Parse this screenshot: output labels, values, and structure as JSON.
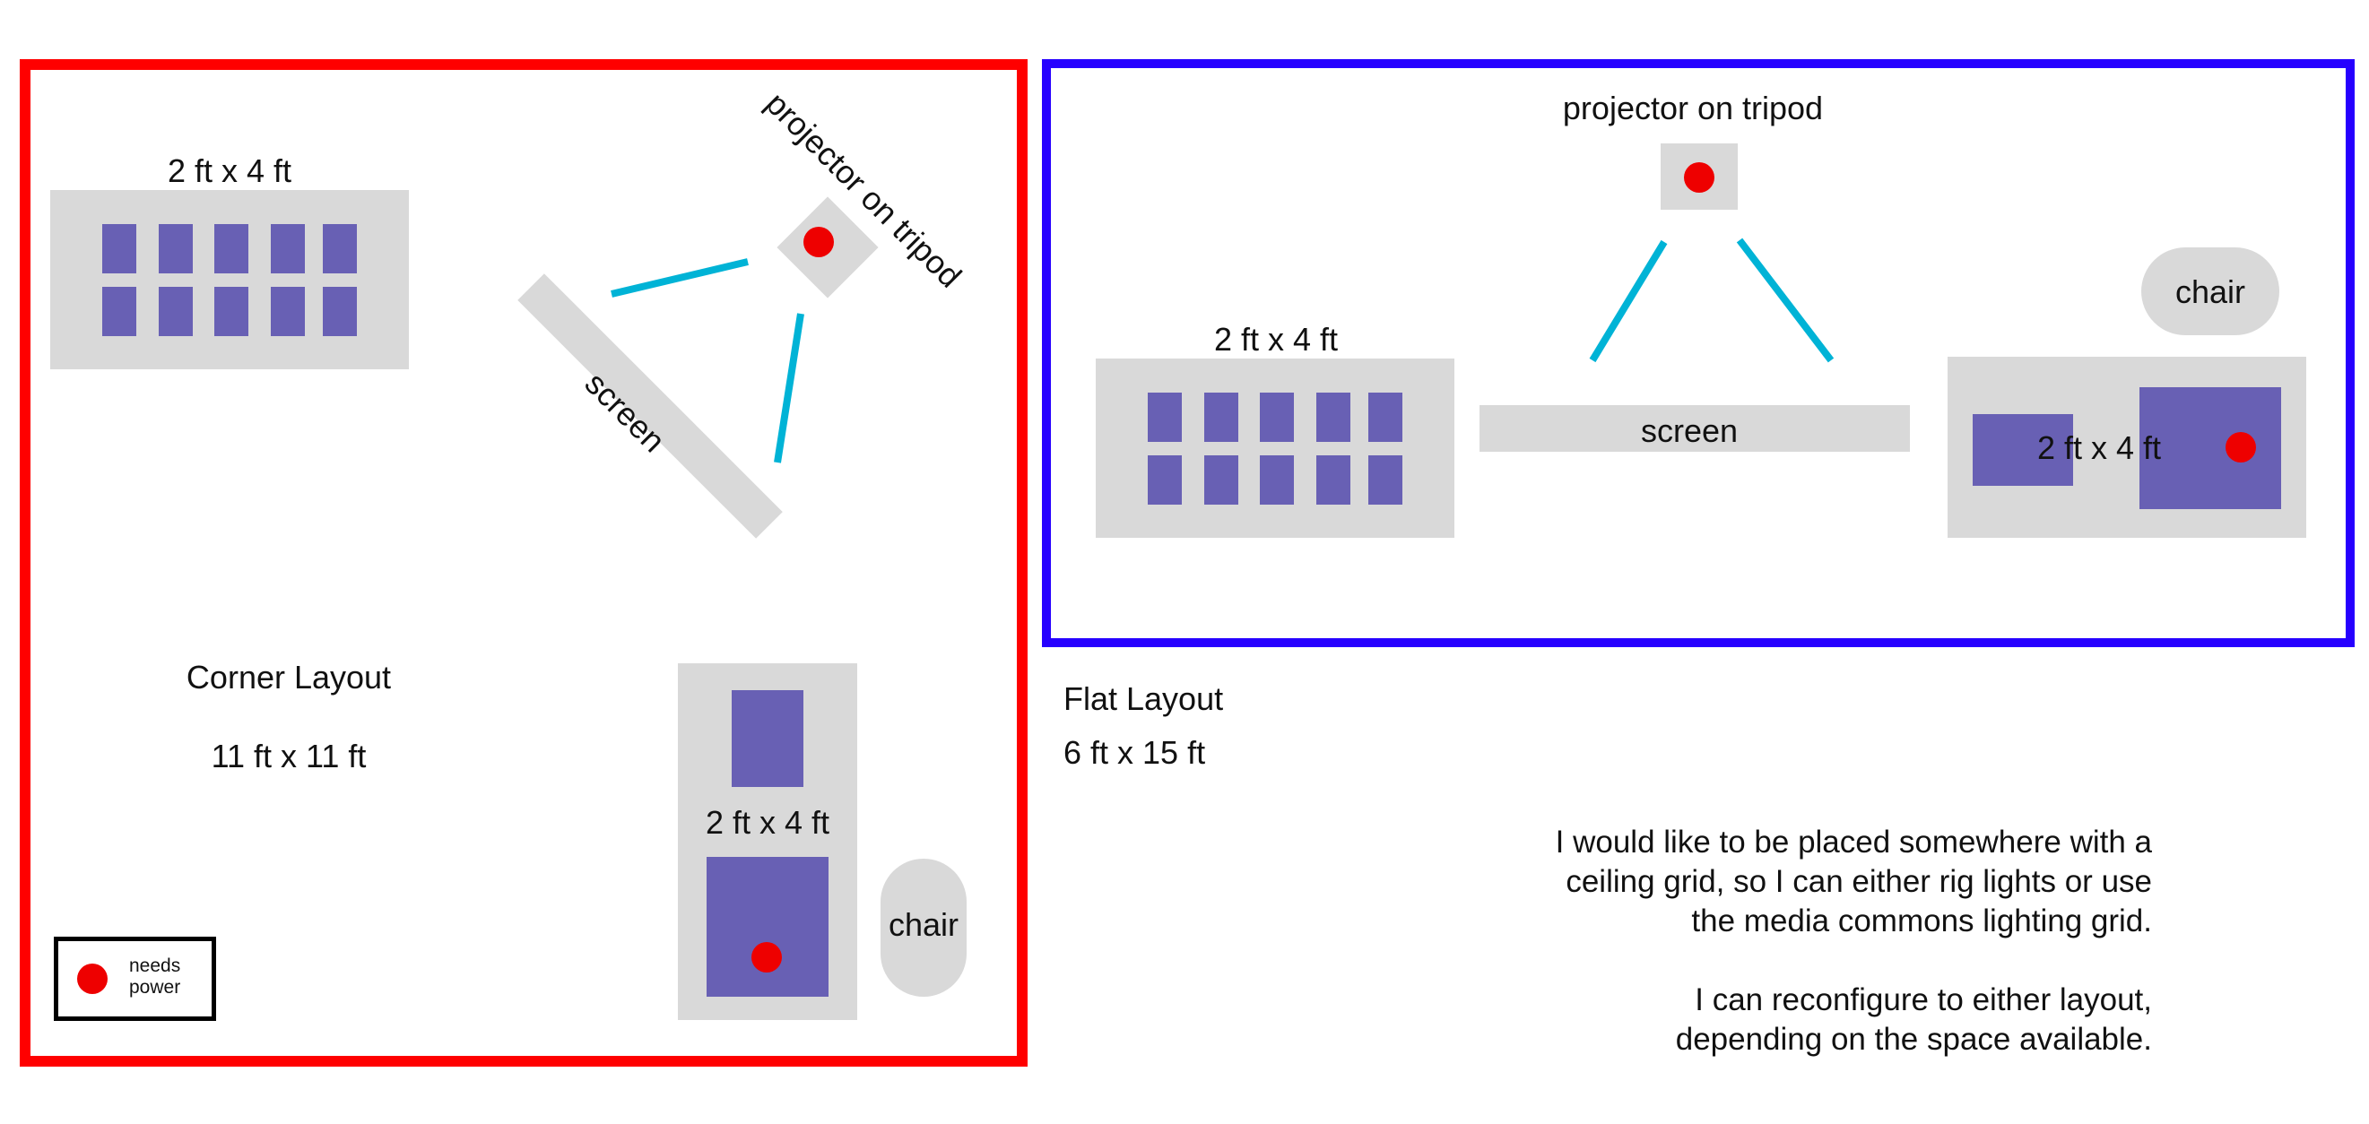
{
  "corner": {
    "title": "Corner Layout",
    "size": "11 ft x 11 ft",
    "desk_label": "2 ft x 4 ft",
    "screen_label": "screen",
    "projector_label": "projector on tripod",
    "table_label": "2 ft x 4 ft",
    "chair_label": "chair",
    "border_color": "#ff0000"
  },
  "flat": {
    "title": "Flat Layout",
    "size": "6 ft x 15 ft",
    "desk_label": "2 ft x 4 ft",
    "screen_label": "screen",
    "projector_label": "projector on tripod",
    "table_label": "2 ft x 4 ft",
    "chair_label": "chair",
    "border_color": "#2600ff"
  },
  "legend": {
    "label": "needs\npower",
    "power_color": "#ee0000"
  },
  "notes": {
    "paragraph_1": "I would like to be placed somewhere with a\nceiling grid, so I can either rig lights or use\nthe media commons lighting grid.",
    "paragraph_2": "I can reconfigure to either layout,\ndepending on the space available."
  },
  "colors": {
    "furniture": "#d9d9d9",
    "equipment": "#6860b4",
    "cable": "#00b3d6"
  }
}
